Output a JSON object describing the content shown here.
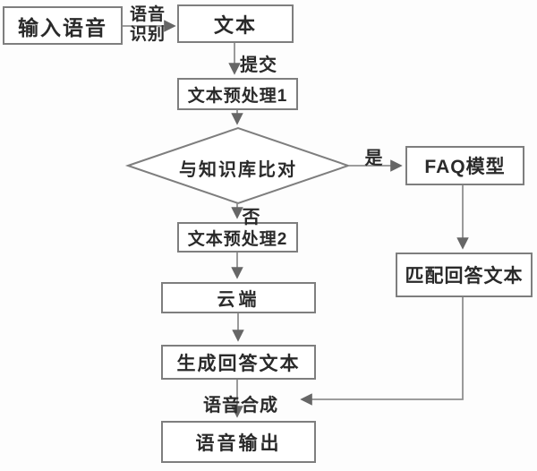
{
  "diagram": {
    "name": "speech-question-answering-flowchart",
    "colors": {
      "box_border": "#7e7e7e",
      "connector": "#8f8f8f",
      "arrowhead": "#666666",
      "text": "#2a2a2a",
      "box_fill": "#ffffff",
      "background": "#fdfdfd"
    },
    "nodes": {
      "input_speech": "输入语音",
      "text": "文本",
      "preprocess1": "文本预处理1",
      "knowledge_compare": "与知识库比对",
      "preprocess2": "文本预处理2",
      "cloud": "云端",
      "generate_answer": "生成回答文本",
      "speech_output": "语音输出",
      "faq_model": "FAQ模型",
      "match_answer": "匹配回答文本"
    },
    "edge_labels": {
      "speech_recognition_line1": "语音",
      "speech_recognition_line2": "识别",
      "submit": "提交",
      "yes": "是",
      "no": "否",
      "speech_synthesis": "语音合成"
    }
  }
}
